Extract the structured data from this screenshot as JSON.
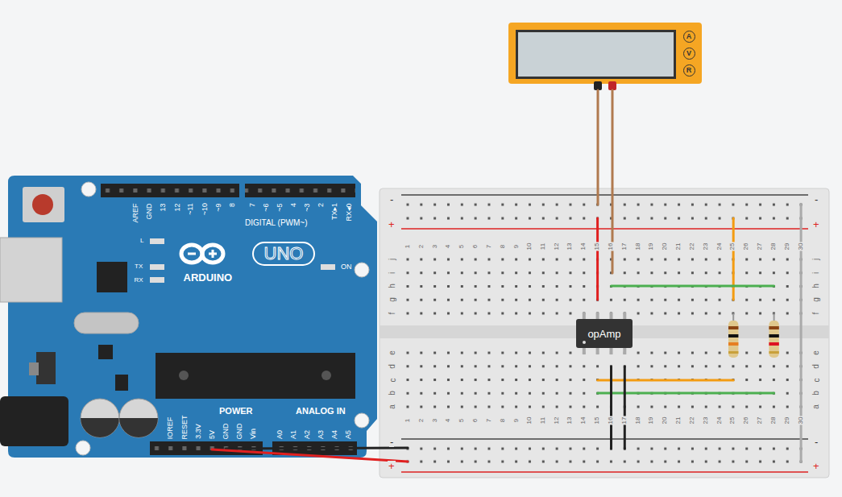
{
  "diagram": {
    "nodes": [
      {
        "text": [
          "A"
        ]
      },
      {
        "text": [
          "V"
        ]
      },
      {
        "text": [
          "R"
        ]
      },
      {
        "text": [
          "UNO"
        ]
      },
      {
        "text": [
          "opAmp"
        ]
      }
    ],
    "labels": [
      "AREF",
      "GND",
      "13",
      "12",
      "~11",
      "~10",
      "~9",
      "8",
      "7",
      "~6",
      "~5",
      "4",
      "~3",
      "2",
      "TX▸1",
      "RX◂0",
      "DIGITAL (PWM~)",
      "L",
      "TX",
      "RX",
      "ARDUINO",
      "ON",
      "IOREF",
      "RESET",
      "3.3V",
      "5V",
      "GND",
      "GND",
      "Vin",
      "POWER",
      "ANALOG IN",
      "A0",
      "A1",
      "A2",
      "A3",
      "A4",
      "A5",
      "-",
      "+",
      "-",
      "+",
      "1",
      "2",
      "3",
      "4",
      "5",
      "6",
      "7",
      "8",
      "9",
      "10",
      "11",
      "12",
      "13",
      "14",
      "15",
      "16",
      "17",
      "18",
      "19",
      "20",
      "21",
      "22",
      "23",
      "24",
      "25",
      "26",
      "27",
      "28",
      "29",
      "30",
      "j",
      "i",
      "h",
      "g",
      "f",
      "j",
      "i",
      "h",
      "g",
      "f",
      "e",
      "d",
      "c",
      "b",
      "a",
      "e",
      "d",
      "c",
      "b",
      "a",
      "1",
      "2",
      "3",
      "4",
      "5",
      "6",
      "7",
      "8",
      "9",
      "10",
      "11",
      "12",
      "13",
      "14",
      "15",
      "16",
      "17",
      "18",
      "19",
      "20",
      "21",
      "22",
      "23",
      "24",
      "25",
      "26",
      "27",
      "28",
      "29",
      "30",
      "-",
      "+",
      "-",
      "+"
    ]
  }
}
